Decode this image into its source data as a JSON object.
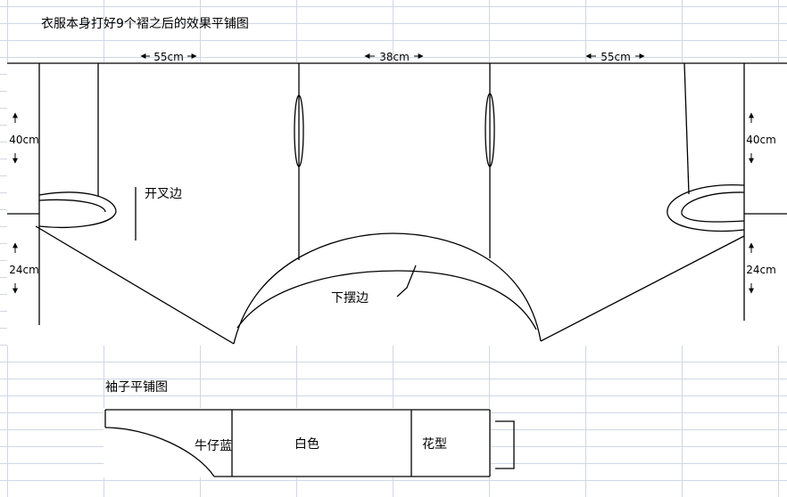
{
  "main_title": "衣服本身打好9个褶之后的效果平铺图",
  "dims": {
    "top_left": "55cm",
    "top_center": "38cm",
    "top_right": "55cm",
    "upper_left": "40cm",
    "upper_right": "40cm",
    "lower_left": "24cm",
    "lower_right": "24cm"
  },
  "labels": {
    "slit_edge": "开叉边",
    "hem_edge": "下摆边"
  },
  "sleeve": {
    "title": "袖子平铺图",
    "denim": "牛仔蓝",
    "white": "白色",
    "pattern": "花型"
  },
  "colors": {
    "grid": "#d0d7e5",
    "ink": "#000000"
  }
}
